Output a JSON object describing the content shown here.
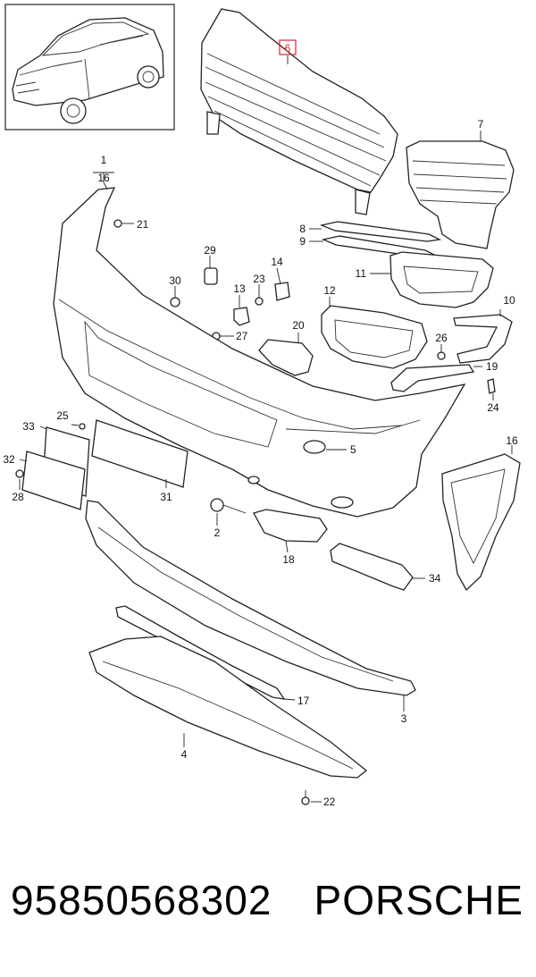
{
  "callouts": {
    "c1": "1",
    "c16a": "16",
    "c21": "21",
    "c29": "29",
    "c30": "30",
    "c14": "14",
    "c23": "23",
    "c13": "13",
    "c27": "27",
    "c20": "20",
    "c12": "12",
    "c11": "11",
    "c10": "10",
    "c8": "8",
    "c9": "9",
    "c6": "6",
    "c7": "7",
    "c26": "26",
    "c19": "19",
    "c24": "24",
    "c5": "5",
    "c16b": "16",
    "c25": "25",
    "c33": "33",
    "c32": "32",
    "c28": "28",
    "c31": "31",
    "c2": "2",
    "c18": "18",
    "c34": "34",
    "c17": "17",
    "c3": "3",
    "c4": "4",
    "c22": "22"
  },
  "highlight_color": "#d9262c",
  "footer": {
    "part_number": "95850568302",
    "brand": "PORSCHE"
  }
}
